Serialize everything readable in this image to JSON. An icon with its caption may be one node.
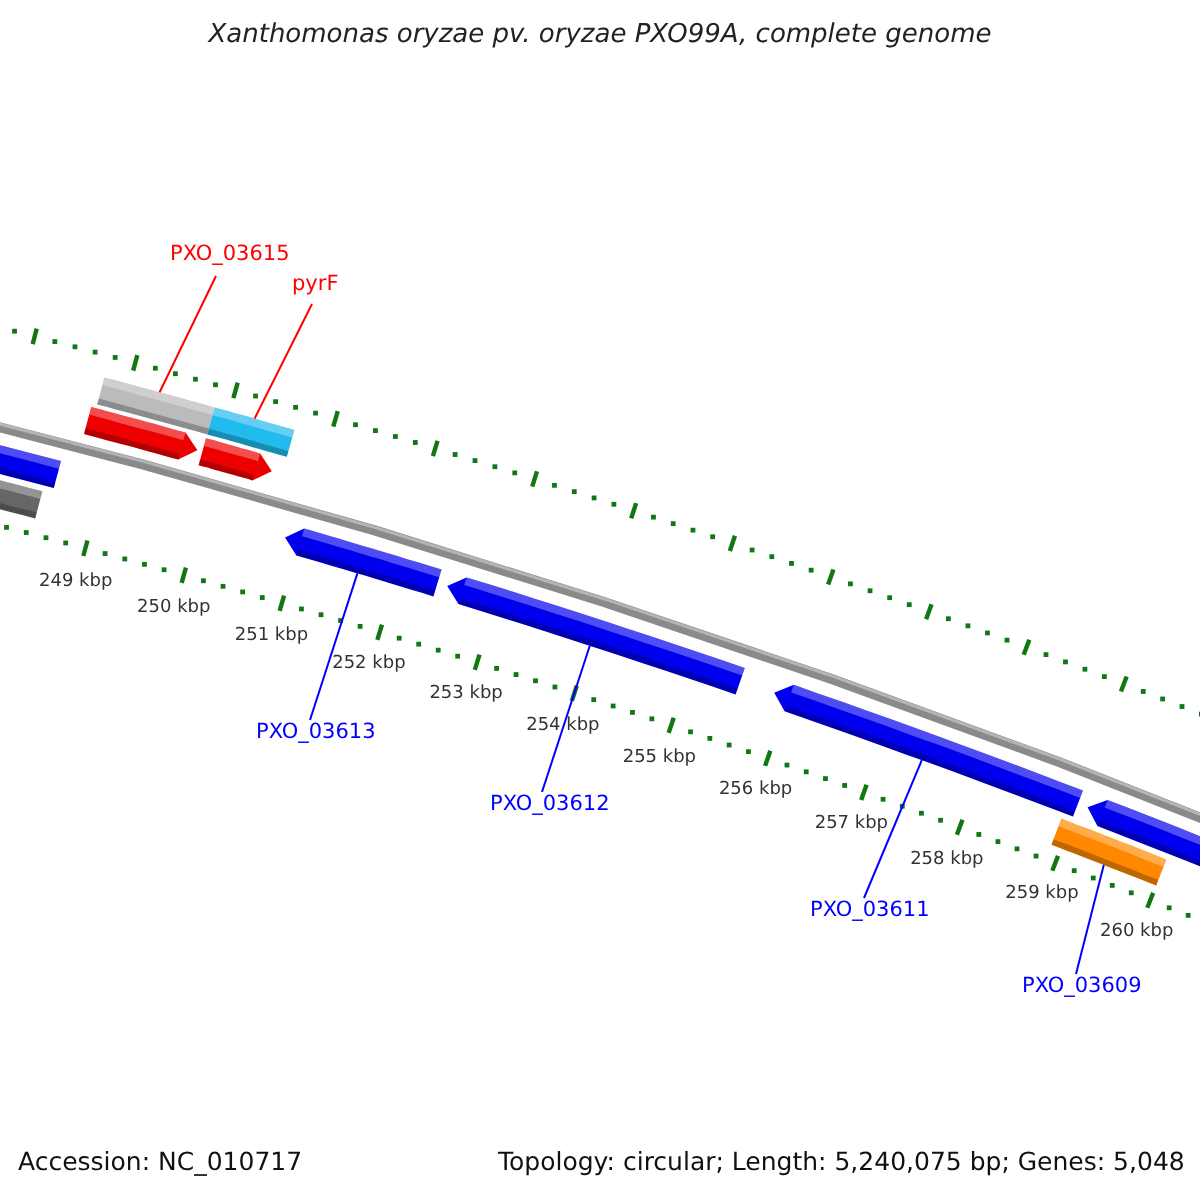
{
  "diagram": {
    "title": "Xanthomonas oryzae pv. oryzae PXO99A, complete genome",
    "nodes": [
      {
        "text": [
          "PXO_03615"
        ]
      },
      {
        "text": [
          "pyrF"
        ]
      },
      {
        "text": [],
        "shape": "bar"
      },
      {
        "text": [],
        "shape": "bar"
      },
      {
        "text": [],
        "shape": "pentagon"
      },
      {
        "text": [],
        "shape": "pentagon"
      },
      {
        "text": [],
        "shape": "pentagon"
      },
      {
        "text": [],
        "shape": "bar"
      },
      {
        "text": [
          "PXO_03613"
        ]
      },
      {
        "text": [
          "PXO_03612"
        ]
      },
      {
        "text": [
          "PXO_03611"
        ]
      },
      {
        "text": [
          "PXO_03609"
        ]
      },
      {
        "text": [],
        "shape": "pentagon"
      },
      {
        "text": [],
        "shape": "pentagon"
      },
      {
        "text": [],
        "shape": "pentagon"
      },
      {
        "text": [],
        "shape": "bar"
      },
      {
        "text": [],
        "shape": "pentagon"
      }
    ],
    "edges": [
      {
        "from": 0,
        "to": 2,
        "arrow": "none",
        "color": "#ff0000"
      },
      {
        "from": 1,
        "to": 3,
        "arrow": "none",
        "color": "#ff0000"
      },
      {
        "from": 8,
        "to": 4,
        "arrow": "none"
      },
      {
        "from": 9,
        "to": 5,
        "arrow": "none"
      },
      {
        "from": 10,
        "to": 6,
        "arrow": "none"
      },
      {
        "from": 11,
        "to": 7,
        "arrow": "none"
      }
    ],
    "labels": [
      "249 kbp",
      "250 kbp",
      "251 kbp",
      "252 kbp",
      "253 kbp",
      "254 kbp",
      "255 kbp",
      "256 kbp",
      "257 kbp",
      "258 kbp",
      "259 kbp",
      "260 kbp",
      "Accession: NC_010717",
      "Topology: circular; Length: 5,240,075 bp; Genes: 5,048"
    ]
  }
}
